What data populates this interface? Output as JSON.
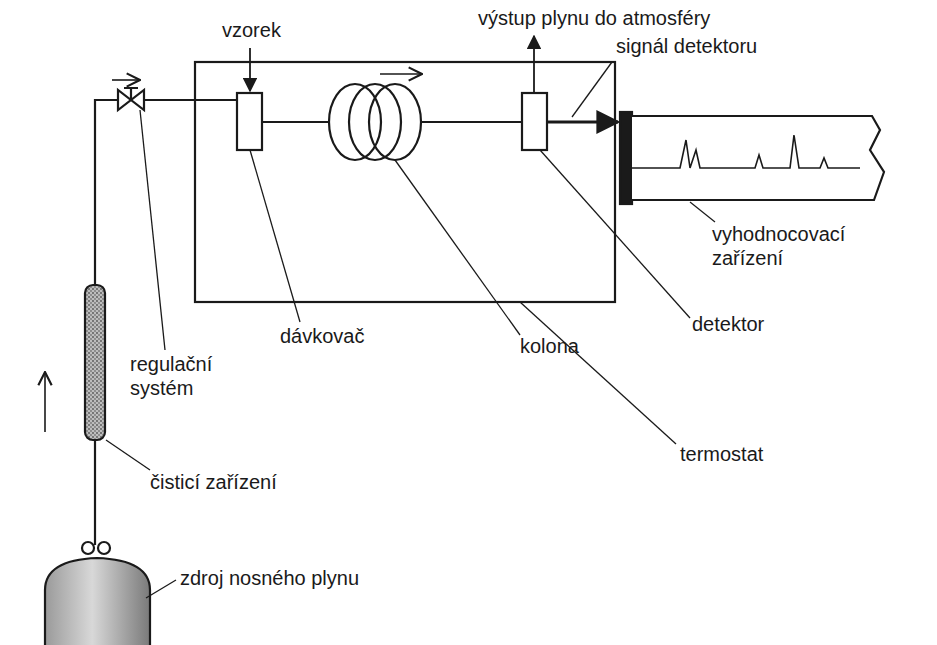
{
  "diagram": {
    "labels": [
      "vzorek",
      "výstup plynu do atmosféry",
      "signál detektoru",
      "dávkovač",
      "kolona",
      "detektor",
      "vyhodnocovací zařízení",
      "regulační systém",
      "termostat",
      "čisticí zařízení",
      "zdroj nosného plynu"
    ]
  }
}
